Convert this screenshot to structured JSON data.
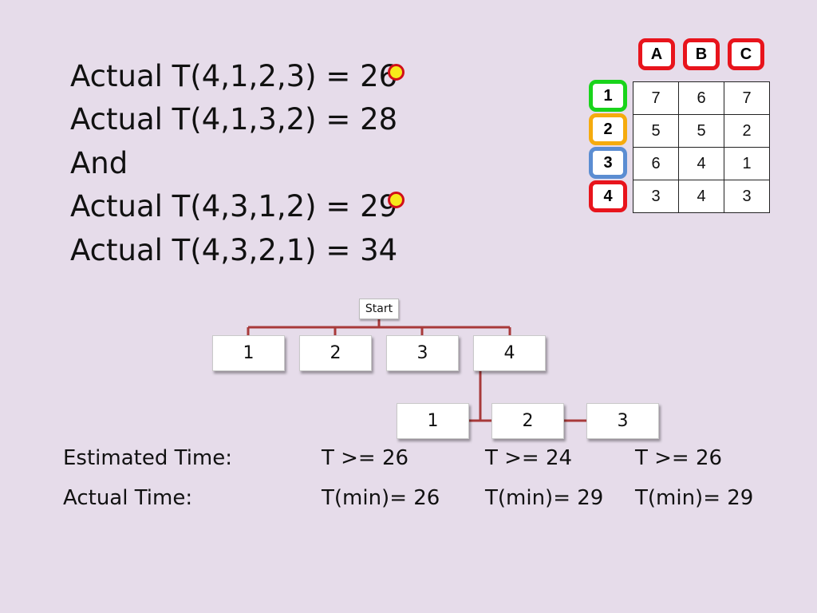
{
  "statements": [
    "Actual T(4,1,2,3) = 26",
    "Actual T(4,1,3,2) = 28",
    "And",
    "Actual T(4,3,1,2) = 29",
    "Actual T(4,3,2,1) = 34"
  ],
  "matrix": {
    "column_labels": [
      "A",
      "B",
      "C"
    ],
    "row_labels": [
      "1",
      "2",
      "3",
      "4"
    ],
    "row_label_colors": [
      "#19d41b",
      "#f5ab0e",
      "#5b8dd2",
      "#e8141c"
    ],
    "cells": [
      [
        "7",
        "6",
        "7"
      ],
      [
        "5",
        "5",
        "2"
      ],
      [
        "6",
        "4",
        "1"
      ],
      [
        "3",
        "4",
        "3"
      ]
    ]
  },
  "tree": {
    "root": "Start",
    "level1": [
      "1",
      "2",
      "3",
      "4"
    ],
    "level2": [
      "1",
      "2",
      "3"
    ],
    "edge_color": "#a83a3a"
  },
  "estimated": {
    "label": "Estimated Time:",
    "values": [
      "T >= 26",
      "T >= 24",
      "T >= 26"
    ]
  },
  "actual": {
    "label": "Actual Time:",
    "values": [
      "T(min)= 26",
      "T(min)= 29",
      "T(min)= 29"
    ]
  },
  "marker": {
    "fill": "#f7ea1a",
    "stroke": "#d0101a"
  }
}
